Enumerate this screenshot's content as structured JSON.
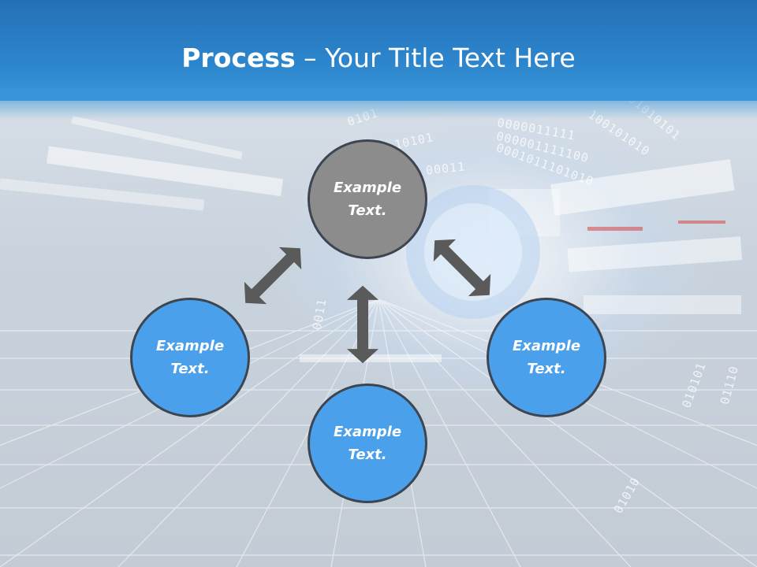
{
  "slide": {
    "title_bold": "Process",
    "title_rest": " – Your Title Text Here"
  },
  "nodes": {
    "top": "Example Text.",
    "left": "Example Text.",
    "right": "Example Text.",
    "bottom": "Example Text."
  },
  "colors": {
    "header": "#2c85cc",
    "node_gray": "#8c8c8c",
    "node_blue": "#4aa0ea",
    "arrow": "#5a5a5a"
  },
  "background": {
    "binary_lines": [
      "0101",
      "10101",
      "00011",
      "0000011111",
      "000001111100",
      "0001011101010",
      "100101010",
      "01010101",
      "010101",
      "01110",
      "0011",
      "01010"
    ]
  }
}
